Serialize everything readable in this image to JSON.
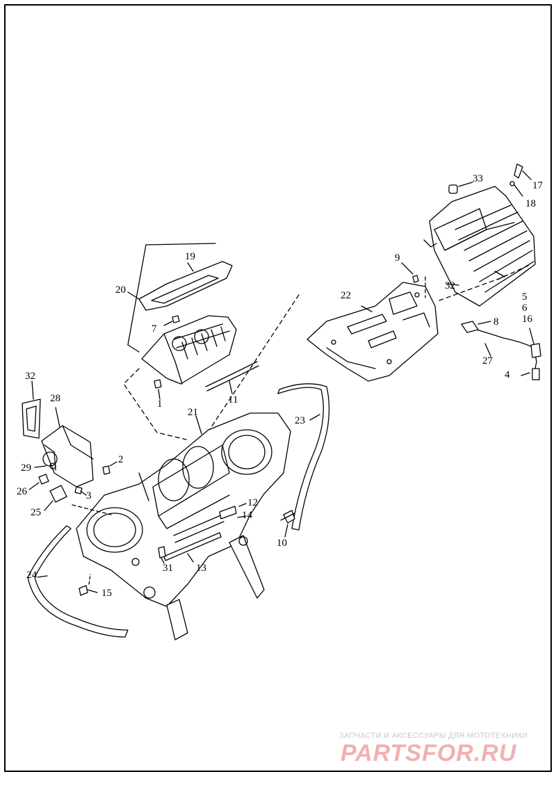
{
  "callouts": [
    {
      "id": "c33",
      "text": "33"
    },
    {
      "id": "c17",
      "text": "17"
    },
    {
      "id": "c18",
      "text": "18"
    },
    {
      "id": "c19",
      "text": "19"
    },
    {
      "id": "c9",
      "text": "9"
    },
    {
      "id": "c20",
      "text": "20"
    },
    {
      "id": "c22",
      "text": "22"
    },
    {
      "id": "c32a",
      "text": "32"
    },
    {
      "id": "c5",
      "text": "5"
    },
    {
      "id": "c6",
      "text": "6"
    },
    {
      "id": "c7",
      "text": "7"
    },
    {
      "id": "c16",
      "text": "16"
    },
    {
      "id": "c8",
      "text": "8"
    },
    {
      "id": "c27",
      "text": "27"
    },
    {
      "id": "c32b",
      "text": "32"
    },
    {
      "id": "c4",
      "text": "4"
    },
    {
      "id": "c28",
      "text": "28"
    },
    {
      "id": "c1",
      "text": "1"
    },
    {
      "id": "c11",
      "text": "11"
    },
    {
      "id": "c21",
      "text": "21"
    },
    {
      "id": "c23",
      "text": "23"
    },
    {
      "id": "c2",
      "text": "2"
    },
    {
      "id": "c29",
      "text": "29"
    },
    {
      "id": "c26",
      "text": "26"
    },
    {
      "id": "c3",
      "text": "3"
    },
    {
      "id": "c25",
      "text": "25"
    },
    {
      "id": "c12",
      "text": "12"
    },
    {
      "id": "c14",
      "text": "14"
    },
    {
      "id": "c10",
      "text": "10"
    },
    {
      "id": "c31",
      "text": "31"
    },
    {
      "id": "c13",
      "text": "13"
    },
    {
      "id": "c24",
      "text": "24"
    },
    {
      "id": "c15",
      "text": "15"
    }
  ],
  "watermark": {
    "tagline": "ЗАПЧАСТИ И АКСЕССУАРЫ ДЛЯ МОТОТЕХНИКИ",
    "logo": "PARTSFOR.RU"
  }
}
